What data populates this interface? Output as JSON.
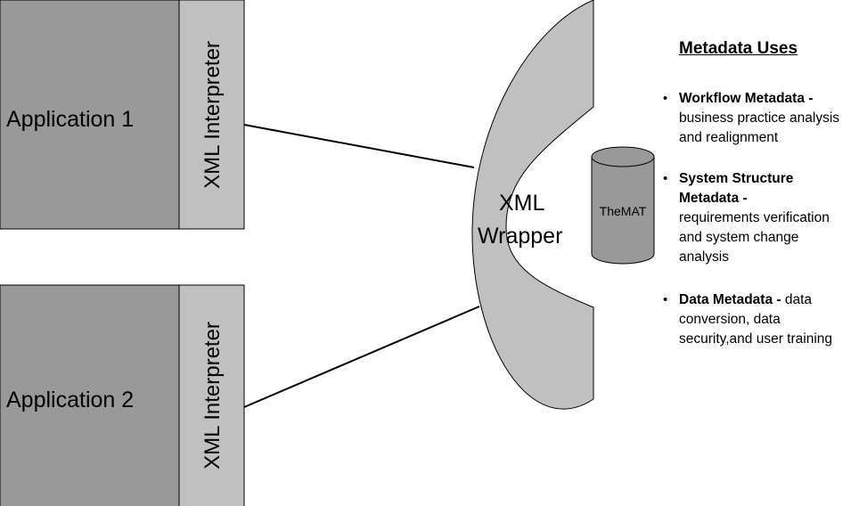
{
  "applications": [
    {
      "label": "Application 1",
      "interpreter_label": "XML Interpreter"
    },
    {
      "label": "Application 2",
      "interpreter_label": "XML Interpreter"
    }
  ],
  "wrapper": {
    "line1": "XML",
    "line2": "Wrapper"
  },
  "database": {
    "label": "TheMAT"
  },
  "metadata_uses": {
    "title": "Metadata Uses",
    "items": [
      {
        "bullet": "•",
        "heading": "Workflow Metadata -",
        "text": "business practice analysis and realignment"
      },
      {
        "bullet": "•",
        "heading": "System Structure Metadata -",
        "text": "requirements verification and system change analysis"
      },
      {
        "bullet": "•",
        "heading": "Data Metadata -",
        "text": "data conversion, data security,and user training"
      }
    ]
  },
  "colors": {
    "box_fill": "#999999",
    "interpreter_fill": "#c0c0c0",
    "wrapper_fill": "#c0c0c0",
    "database_fill": "#999999",
    "stroke": "#000000"
  }
}
